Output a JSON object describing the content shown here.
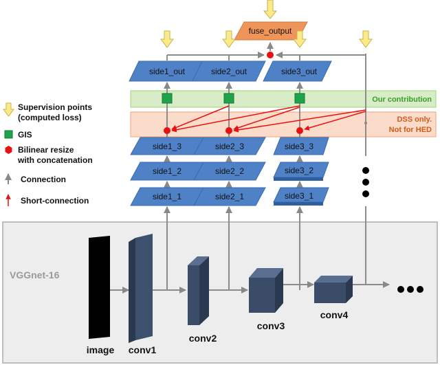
{
  "legend": {
    "supervision": [
      "Supervision points",
      "(computed loss)"
    ],
    "gis": "GIS",
    "bilinear": [
      "Bilinear resize",
      "with concatenation"
    ],
    "connection": "Connection",
    "short_connection": "Short-connection"
  },
  "blocks": {
    "fuse_output": "fuse_output",
    "side1_out": "side1_out",
    "side2_out": "side2_out",
    "side3_out": "side3_out",
    "side1_3": "side1_3",
    "side1_2": "side1_2",
    "side1_1": "side1_1",
    "side2_3": "side2_3",
    "side2_2": "side2_2",
    "side2_1": "side2_1",
    "side3_3": "side3_3",
    "side3_2": "side3_2",
    "side3_1": "side3_1"
  },
  "bands": {
    "contribution": "Our contribution",
    "dss": [
      "DSS only.",
      "Not for HED"
    ]
  },
  "backbone": {
    "title": "VGGnet-16",
    "image": "image",
    "conv1": "conv1",
    "conv2": "conv2",
    "conv3": "conv3",
    "conv4": "conv4"
  },
  "colors": {
    "blue": "#4f81c7",
    "orange": "#f0955a",
    "green": "#1ea34a",
    "red": "#e81010",
    "yellow": "#fbe98a"
  }
}
